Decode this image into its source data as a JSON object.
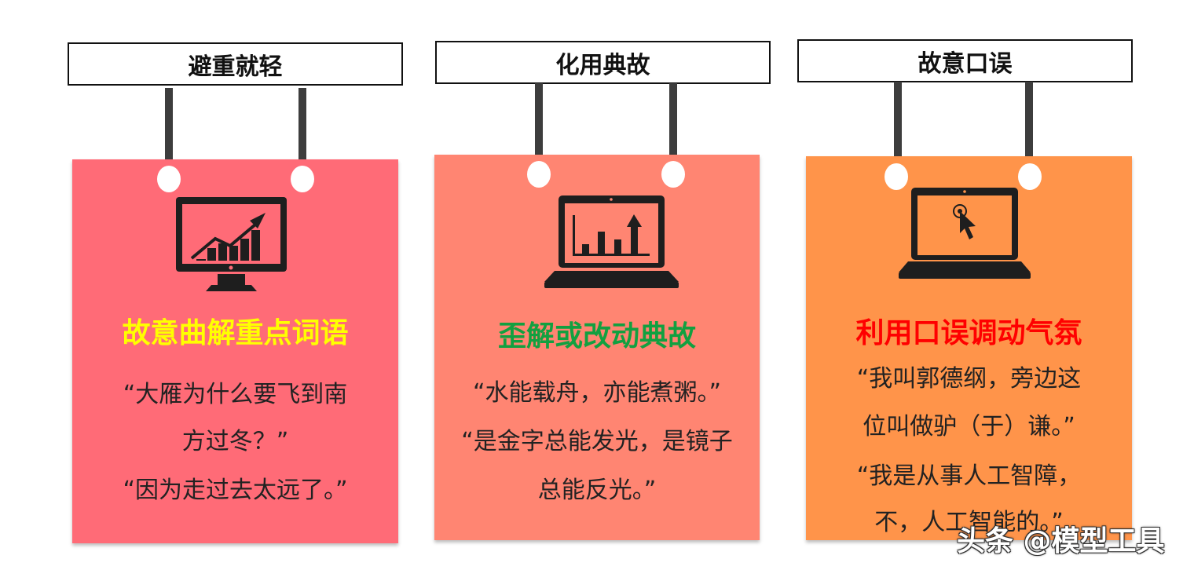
{
  "columns": [
    {
      "label": "避重就轻",
      "heading": "故意曲解重点词语",
      "heading_color": "#ffff00",
      "card_color": "#ff6b77",
      "icon": "monitor-growth-chart-icon",
      "lines": [
        "“大雁为什么要飞到南",
        "方过冬？”",
        "“因为走过去太远了。”"
      ]
    },
    {
      "label": "化用典故",
      "heading": "歪解或改动典故",
      "heading_color": "#12a040",
      "card_color": "#ff8572",
      "icon": "laptop-bar-chart-icon",
      "lines": [
        "“水能载舟，亦能煮粥。”",
        "“是金字总能发光，是镜子",
        "总能反光。”"
      ]
    },
    {
      "label": "故意口误",
      "heading": "利用口误调动气氛",
      "heading_color": "#ff0000",
      "card_color": "#ff944a",
      "icon": "laptop-cursor-click-icon",
      "lines": [
        "“我叫郭德纲，旁边这",
        "位叫做驴（于）谦。”",
        "“我是从事人工智障，",
        "不，人工智能的。”"
      ]
    }
  ],
  "watermark": "头条 @模型工具"
}
